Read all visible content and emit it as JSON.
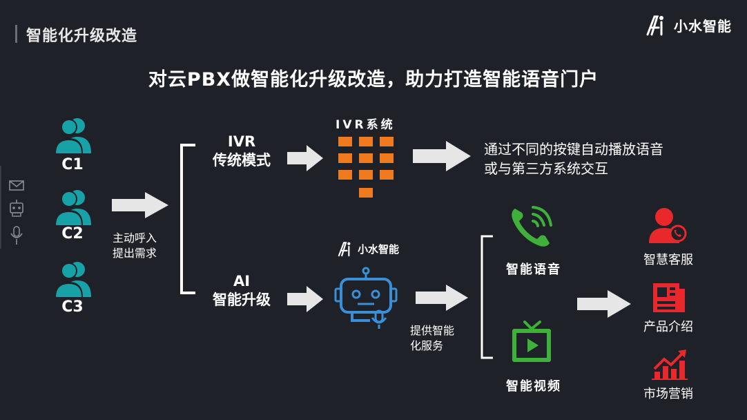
{
  "header": {
    "title": "智能化升级改造"
  },
  "brand": {
    "name": "小水智能"
  },
  "subtitle": "对云PBX做智能化升级改造，助力打造智能语音门户",
  "side_rail": {
    "icons": [
      "mail-icon",
      "robot-icon",
      "microphone-icon"
    ]
  },
  "clients": [
    "C1",
    "C2",
    "C3"
  ],
  "request_label": {
    "line1": "主动呼入",
    "line2": "提出需求"
  },
  "ivr_mode": {
    "line1": "IVR",
    "line2": "传统模式"
  },
  "ai_mode": {
    "line1": "AI",
    "line2": "智能升级"
  },
  "ivr_system": {
    "title": "IVR系统"
  },
  "ivr_result": {
    "line1": "通过不同的按键自动播放语音",
    "line2": "或与第三方系统交互"
  },
  "ai_brand": {
    "name": "小水智能"
  },
  "service_label": {
    "line1": "提供智能",
    "line2": "化服务"
  },
  "channels": {
    "voice": "智能语音",
    "video": "智能视频"
  },
  "applications": [
    "智慧客服",
    "产品介绍",
    "市场营销"
  ],
  "colors": {
    "background": "#1f2129",
    "teal": "#17a2a8",
    "orange": "#f07b1f",
    "green": "#3fb13a",
    "blue": "#3a8fd6",
    "red": "#e8282b",
    "arrow": "#e6e6e6"
  }
}
